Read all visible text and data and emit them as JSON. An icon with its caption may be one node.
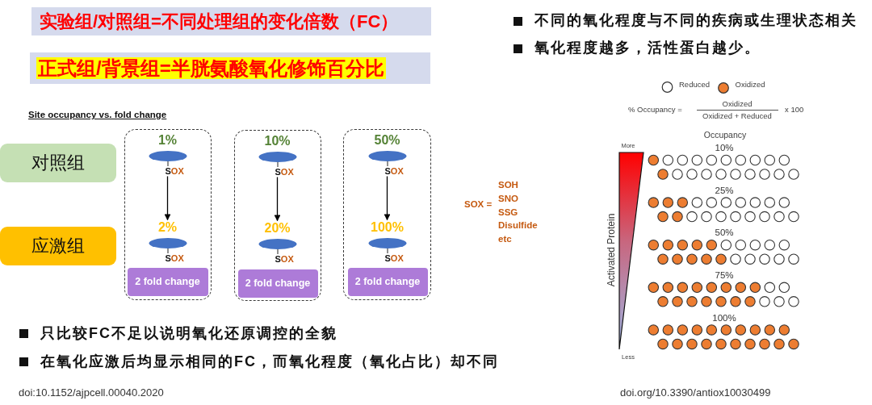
{
  "diagram": {
    "nodes": [
      {
        "text": [
          "实验组/对照组=不同处理组的变化倍数（FC）"
        ]
      },
      {
        "text": [
          "正式组/背景组=半胱氨酸氧化修饰百分比"
        ]
      },
      {
        "text": [
          "对照组"
        ]
      },
      {
        "text": [
          "应激组"
        ]
      },
      {
        "text": [],
        "shape": "box"
      },
      {
        "text": [
          "1%",
          "SOX"
        ],
        "in": 4
      },
      {
        "text": [
          "2%",
          "SOX"
        ],
        "in": 4
      },
      {
        "text": [
          "2 fold change"
        ],
        "in": 4
      },
      {
        "text": [],
        "shape": "box"
      },
      {
        "text": [
          "10%",
          "SOX"
        ],
        "in": 8
      },
      {
        "text": [
          "20%",
          "SOX"
        ],
        "in": 8
      },
      {
        "text": [
          "2 fold change"
        ],
        "in": 8
      },
      {
        "text": [],
        "shape": "box"
      },
      {
        "text": [
          "50%",
          "SOX"
        ],
        "in": 12
      },
      {
        "text": [
          "100%",
          "SOX"
        ],
        "in": 12
      },
      {
        "text": [
          "2 fold change"
        ],
        "in": 12
      }
    ],
    "edges": [
      {
        "from": 5,
        "to": 6,
        "arrow": "to"
      },
      {
        "from": 9,
        "to": 10,
        "arrow": "to"
      },
      {
        "from": 13,
        "to": 14,
        "arrow": "to"
      }
    ],
    "labels": [
      "Site occupancy vs. fold change",
      "SOX =",
      "SOH",
      "SNO",
      "SSG",
      "Disulfide",
      "etc",
      "不同的氧化程度与不同的疾病或生理状态相关",
      "氧化程度越多，活性蛋白越少。",
      "% Occupancy =",
      "Oxidized",
      "Oxidized + Reduced",
      "x 100",
      "Occupancy",
      "More",
      "10%",
      "25%",
      "Activated Protein",
      "50%",
      "75%",
      "100%",
      "Less",
      "只比较FC不足以说明氧化还原调控的全貌",
      "在氧化应激后均显示相同的FC，而氧化程度（氧化占比）却不同",
      "doi:10.1152/ajpcell.00040.2020",
      "doi.org/10.3390/antiox10030499"
    ],
    "legend": [
      {
        "text": "Reduced",
        "color": "#ffffff"
      },
      {
        "text": "Oxidized",
        "color": "#ed7d31"
      }
    ]
  }
}
